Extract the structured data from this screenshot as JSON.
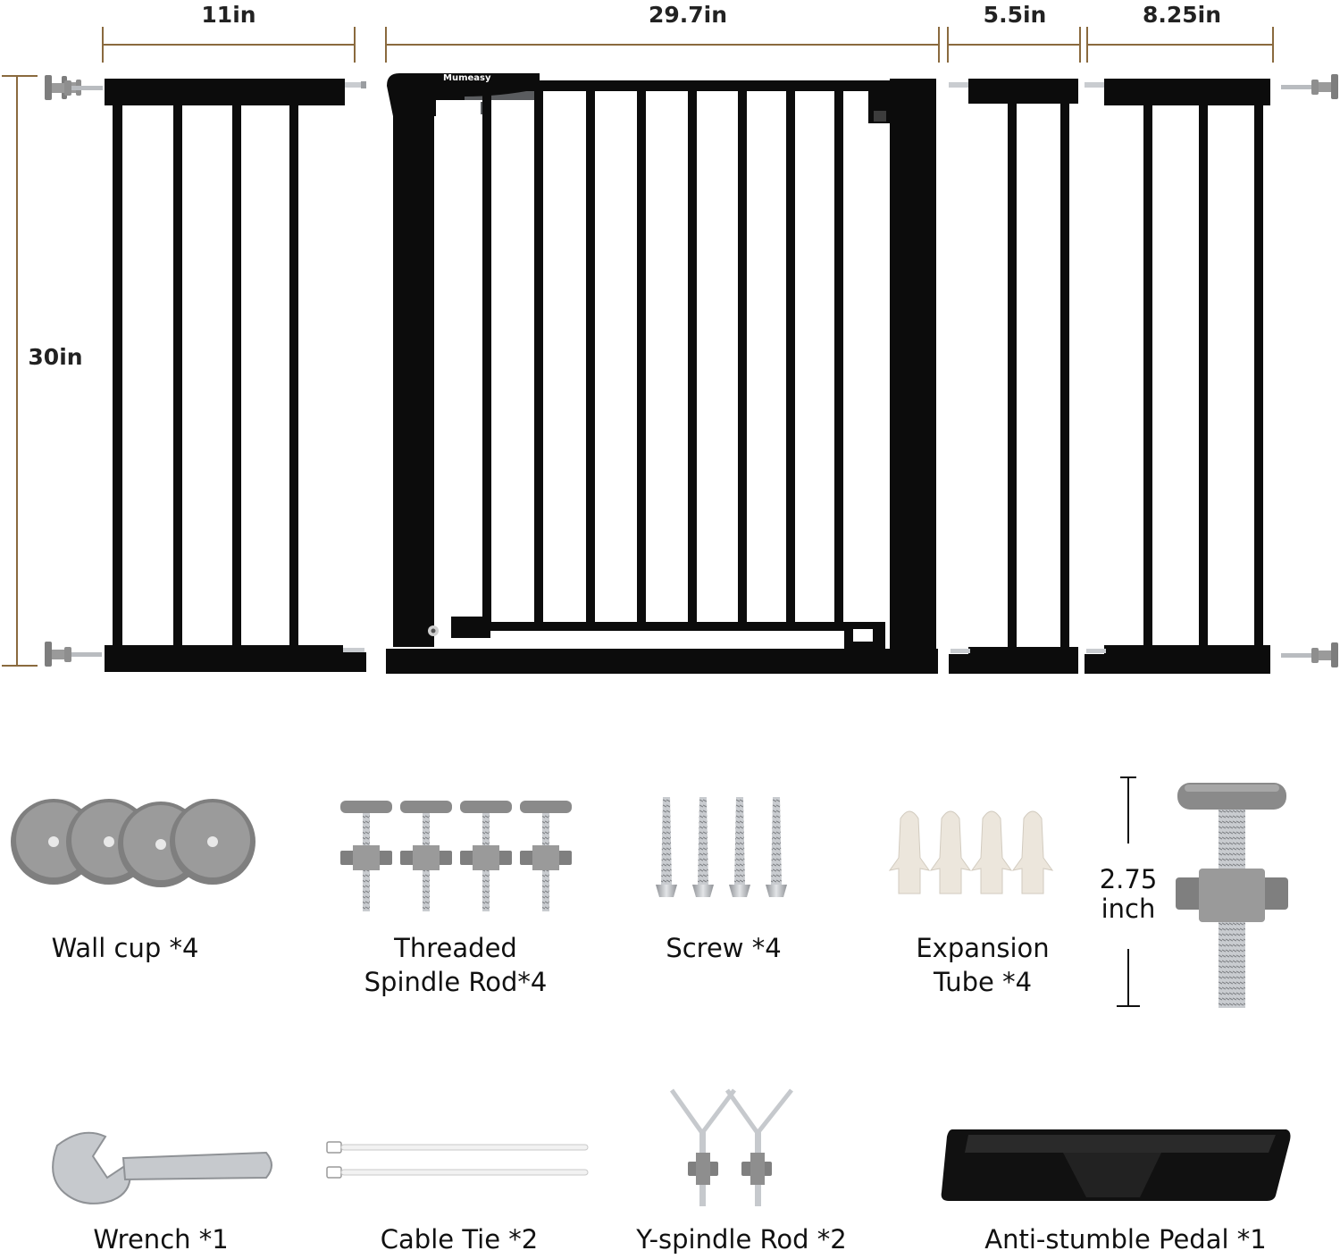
{
  "dimensions": {
    "ext_left_width": "11in",
    "main_gate_width": "29.7in",
    "ext_small_width": "5.5in",
    "ext_right_width": "8.25in",
    "gate_height": "30in",
    "spindle_height": "2.75\ninch"
  },
  "brand": "Mumeasy",
  "parts": {
    "wall_cup": "Wall cup *4",
    "threaded_spindle": "Threaded\nSpindle Rod*4",
    "screw": "Screw *4",
    "expansion_tube": "Expansion\nTube *4",
    "wrench": "Wrench *1",
    "cable_tie": "Cable Tie *2",
    "y_spindle": "Y-spindle Rod *2",
    "pedal": "Anti-stumble Pedal *1"
  },
  "colors": {
    "frame": "#0c0c0c",
    "dimension_line": "#8a6a3e",
    "part_gray": "#8e8e8e",
    "metal": "#b9bcc0",
    "plastic": "#ece6dc"
  }
}
